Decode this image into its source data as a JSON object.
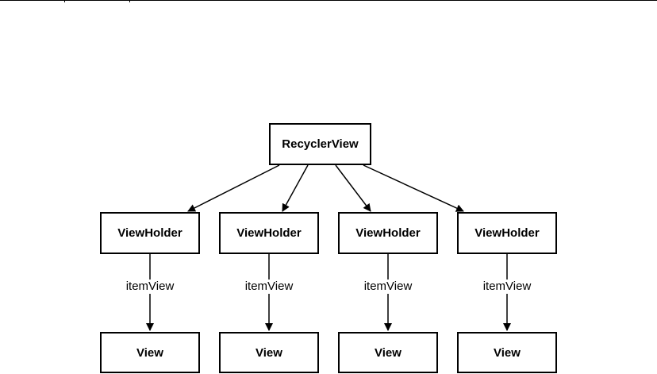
{
  "diagram": {
    "root": {
      "label": "RecyclerView"
    },
    "columns": [
      {
        "holder": "ViewHolder",
        "edge": "itemView",
        "view": "View"
      },
      {
        "holder": "ViewHolder",
        "edge": "itemView",
        "view": "View"
      },
      {
        "holder": "ViewHolder",
        "edge": "itemView",
        "view": "View"
      },
      {
        "holder": "ViewHolder",
        "edge": "itemView",
        "view": "View"
      }
    ]
  }
}
